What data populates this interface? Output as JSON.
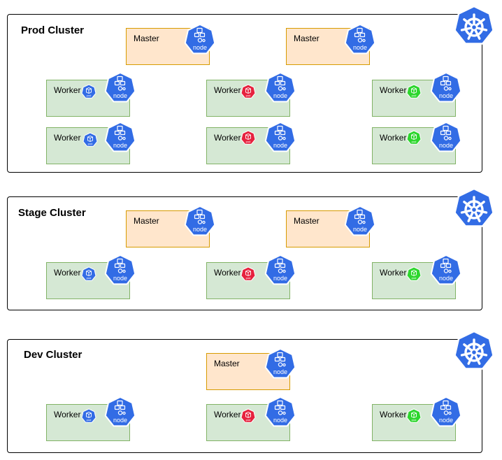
{
  "colors": {
    "k8s_blue": "#326ce5",
    "master_fill": "#ffe6cc",
    "master_stroke": "#d79b00",
    "worker_fill": "#d5e8d4",
    "worker_stroke": "#82b366",
    "pod_blue": "#326ce5",
    "pod_red": "#e6223e",
    "pod_green": "#2dd62d"
  },
  "labels": {
    "master": "Master",
    "worker": "Worker",
    "node": "node",
    "pod": "pod"
  },
  "clusters": [
    {
      "title": "Prod Cluster",
      "masters": 2,
      "workers": [
        {
          "pod": "blue"
        },
        {
          "pod": "red"
        },
        {
          "pod": "green"
        },
        {
          "pod": "blue"
        },
        {
          "pod": "red"
        },
        {
          "pod": "green"
        }
      ]
    },
    {
      "title": "Stage Cluster",
      "masters": 2,
      "workers": [
        {
          "pod": "blue"
        },
        {
          "pod": "red"
        },
        {
          "pod": "green"
        }
      ]
    },
    {
      "title": "Dev Cluster",
      "masters": 1,
      "workers": [
        {
          "pod": "blue"
        },
        {
          "pod": "red"
        },
        {
          "pod": "green"
        }
      ]
    }
  ]
}
